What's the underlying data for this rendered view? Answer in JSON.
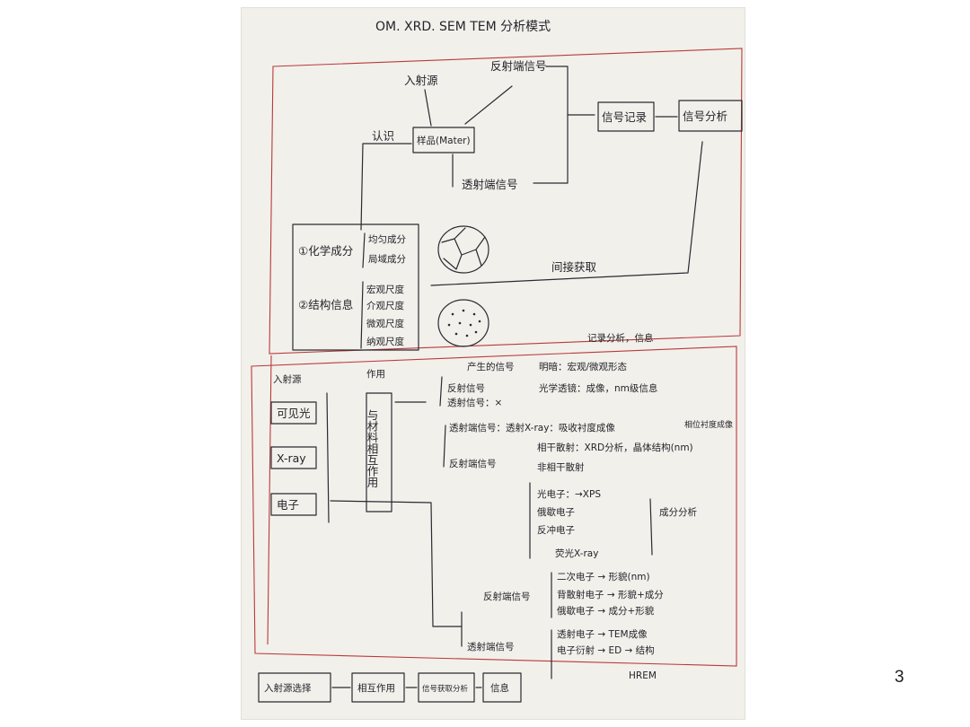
{
  "slide": {
    "page_number": "3",
    "photo_bg": "#f2f0eb",
    "ink_color": "#2a2a30",
    "red_ink_color": "#b83a3a"
  },
  "sketch": {
    "title": "OM. XRD. SEM  TEM 分析模式",
    "top": {
      "source": "入射源",
      "reflect": "反射端信号",
      "sample": "样品(Mater)",
      "recognize": "认识",
      "transmit": "透射端信号",
      "record": "信号记录",
      "analysis": "信号分析",
      "indirect": "间接获取",
      "chem": "①化学成分",
      "uniform": "均匀成分",
      "local": "局域成分",
      "struct": "②结构信息",
      "s1": "宏观尺度",
      "s2": "介观尺度",
      "s3": "微观尺度",
      "s4": "纳观尺度"
    },
    "bottom": {
      "record_label": "记录分析，信息",
      "src_header": "入射源",
      "act_header": "作用",
      "src_items": [
        "可见光",
        "X-ray",
        "电子"
      ],
      "interaction": "与材料相互作用",
      "gen": "产生的信号",
      "b1": "反射信号",
      "b1a": "明暗：宏观/微观形态",
      "b1b": "光学透镜：成像，nm级信息",
      "b2": "透射信号：×",
      "b3": "透射端信号：透射X-ray：吸收衬度成像",
      "b3a": "相位衬度成像",
      "b4": "反射端信号",
      "b4a": "相干散射：XRD分析，晶体结构(nm)",
      "b4b": "非相干散射",
      "b5a": "光电子：→XPS",
      "b5b": "俄歇电子",
      "b5c": "反冲电子",
      "b5d": "荧光X-ray",
      "b5e": "成分分析",
      "e_reflect": "反射端信号",
      "e1": "二次电子 → 形貌(nm)",
      "e2": "背散射电子 → 形貌+成分",
      "e3": "俄歇电子 → 成分+形貌",
      "e_trans": "透射端信号",
      "e4": "透射电子 → TEM成像",
      "e5": "电子衍射 → ED → 结构",
      "e6": "HREM"
    },
    "footer": [
      "入射源选择",
      "相互作用",
      "信号获取分析",
      "信息"
    ]
  }
}
